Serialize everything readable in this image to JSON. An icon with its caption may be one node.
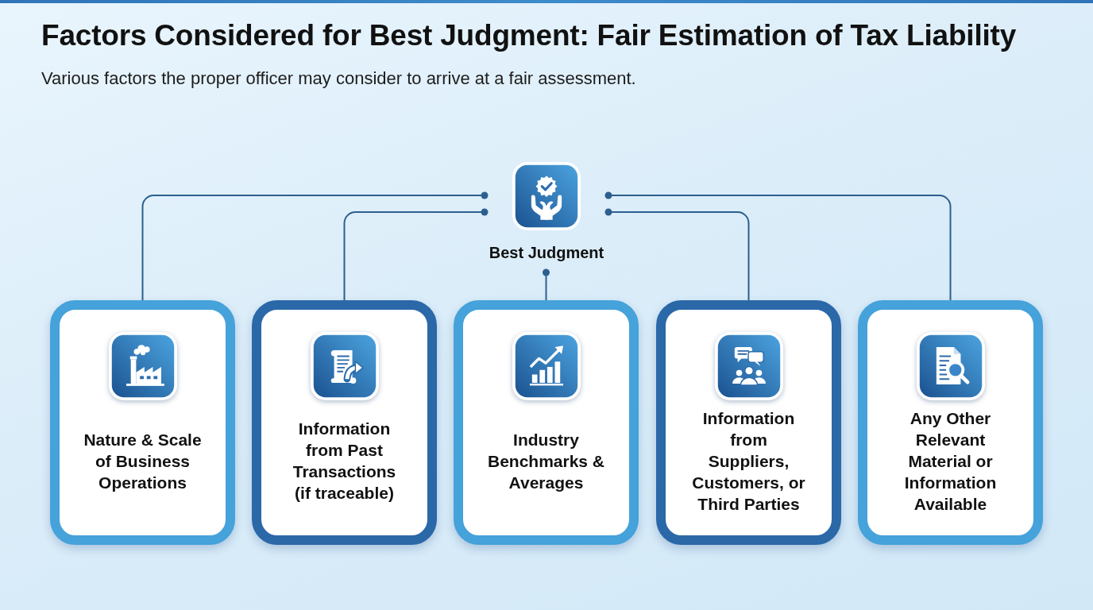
{
  "diagram": {
    "title": "Factors Considered for Best Judgment: Fair Estimation of Tax Liability",
    "nodes": [
      {
        "text": [
          "Best Judgment"
        ]
      },
      {
        "text": [
          "Nature & Scale of Business Operations"
        ]
      },
      {
        "text": [
          "Information from Past Transactions (if traceable)"
        ]
      },
      {
        "text": [
          "Industry Benchmarks & Averages"
        ]
      },
      {
        "text": [
          "Information from Suppliers, Customers, or Third Parties"
        ]
      },
      {
        "text": [
          "Any Other Relevant Material or Information Available"
        ]
      }
    ],
    "edges": [
      {
        "from": 0,
        "to": 1,
        "arrow": "other"
      },
      {
        "from": 0,
        "to": 2,
        "arrow": "other"
      },
      {
        "from": 0,
        "to": 3,
        "arrow": "other"
      },
      {
        "from": 0,
        "to": 4,
        "arrow": "other"
      },
      {
        "from": 0,
        "to": 5,
        "arrow": "other"
      }
    ],
    "labels": [
      "Various factors the proper officer may consider to arrive at a fair assessment."
    ]
  }
}
